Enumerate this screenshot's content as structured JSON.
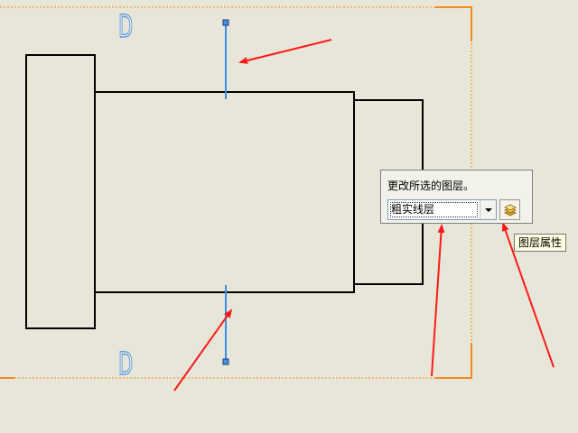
{
  "colors": {
    "background": "#e8e6d9",
    "geometry_line": "#000000",
    "sketch_line": "#3a8fe8",
    "dimension_mark": "#5a9de6",
    "sheet_border": "#f08c1e",
    "annotation_arrow": "#ff1a1a"
  },
  "canvas": {
    "dimension_mark_top": "D",
    "dimension_mark_bottom": "D"
  },
  "layer_popup": {
    "title": "更改所选的图层。",
    "selected_layer": "粗实线层",
    "dropdown_icon": "chevron-down-icon",
    "layer_properties_icon": "layer-properties-icon"
  },
  "tooltip": {
    "text": "图层属性"
  }
}
